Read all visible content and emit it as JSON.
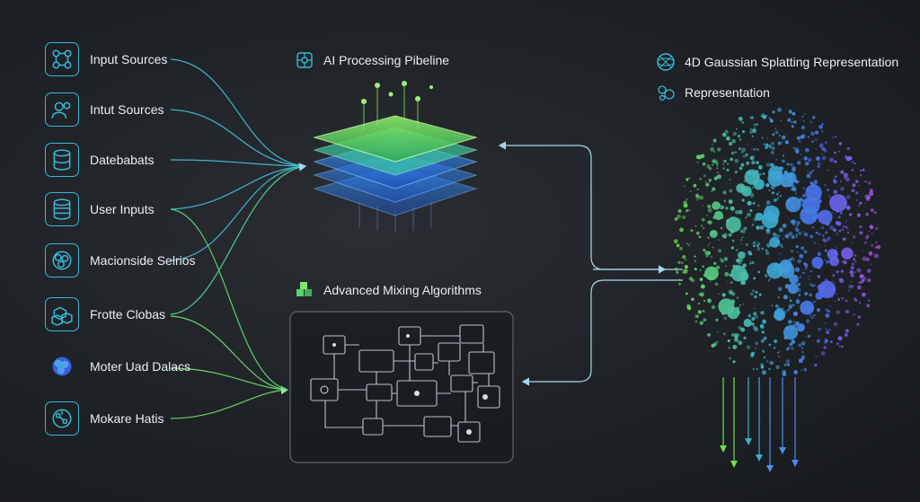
{
  "sources": [
    {
      "label": "Input Sources",
      "icon": "network-nodes-icon"
    },
    {
      "label": "Intut Sources",
      "icon": "users-icon"
    },
    {
      "label": "Datebabats",
      "icon": "database-icon"
    },
    {
      "label": "User Inputs",
      "icon": "server-icon"
    },
    {
      "label": "Macionside Selrios",
      "icon": "cluster-circles-icon"
    },
    {
      "label": "Frotte Clobas",
      "icon": "stacked-cubes-icon"
    },
    {
      "label": "Moter Uad Dalacs",
      "icon": "blob-cluster-icon"
    },
    {
      "label": "Mokare Hatis",
      "icon": "molecule-icon"
    }
  ],
  "pipeline": {
    "title": "AI Processing Pibeline",
    "icon": "neural-layers-icon"
  },
  "mixing": {
    "title": "Advanced Mixing Algorithms",
    "icon": "green-cubes-icon"
  },
  "representation": {
    "title": "4D Gaussian Splatting Representation",
    "subtitle": "Representation",
    "icon": "gaussian-sphere-icon",
    "subtitle_icon": "blobs-icon"
  },
  "colors": {
    "background": "#1e2226",
    "accent_cyan": "#38b8d8",
    "accent_green": "#5ee26a",
    "accent_blue": "#4a7cf0",
    "accent_purple": "#b04ee8"
  }
}
